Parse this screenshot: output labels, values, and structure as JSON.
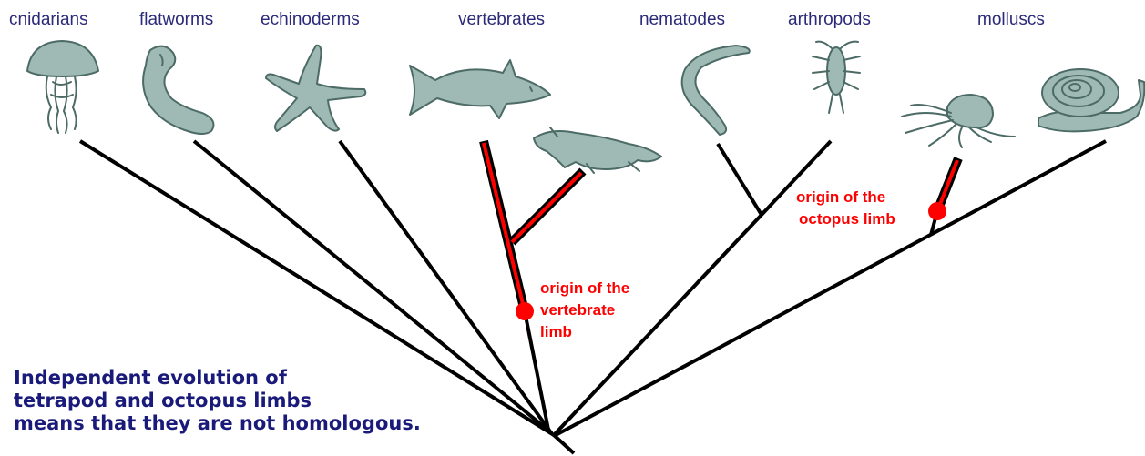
{
  "labels": {
    "cnidarians": "cnidarians",
    "flatworms": "flatworms",
    "echinoderms": "echinoderms",
    "vertebrates": "vertebrates",
    "nematodes": "nematodes",
    "arthropods": "arthropods",
    "molluscs": "molluscs"
  },
  "annotations": {
    "octopus_origin": [
      "origin of the",
      "octopus limb"
    ],
    "vertebrate_origin": [
      "origin of the",
      "vertebrate",
      "limb"
    ]
  },
  "caption": [
    "Independent evolution of",
    "tetrapod and octopus limbs",
    "means that they are not homologous."
  ],
  "icons": [
    "jellyfish-icon",
    "flatworm-icon",
    "starfish-icon",
    "shark-icon",
    "lizard-icon",
    "nematode-icon",
    "arthropod-icon",
    "octopus-icon",
    "snail-icon"
  ],
  "colors": {
    "label": "#2b2a7a",
    "caption": "#1a1a7a",
    "highlight": "#ff0000",
    "animal_fill": "#9fbab5",
    "animal_stroke": "#4d6b66"
  }
}
